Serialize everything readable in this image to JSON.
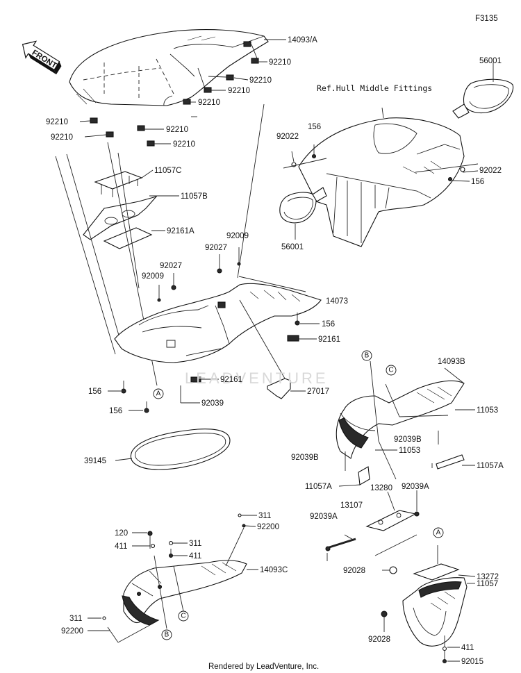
{
  "figure_code": "F3135",
  "front_label": "FRONT",
  "reference_note": "Ref.Hull Middle Fittings",
  "watermark": "LEADVENTURE",
  "footer": "Rendered by LeadVenture, Inc.",
  "callout_letters": [
    "A",
    "B",
    "C"
  ],
  "part_numbers": [
    "14093/A",
    "92210",
    "92210",
    "92210",
    "92210",
    "92210",
    "92210",
    "92210",
    "92210",
    "11057C",
    "11057B",
    "92161A",
    "92027",
    "92009",
    "92027",
    "92009",
    "14073",
    "156",
    "92161",
    "156",
    "156",
    "92161",
    "92039",
    "27017",
    "39145",
    "56001",
    "56001",
    "92022",
    "156",
    "92022",
    "156",
    "14093B",
    "11053",
    "11053",
    "92039B",
    "92039B",
    "11057A",
    "11057A",
    "13280",
    "92039A",
    "13107",
    "92039A",
    "92028",
    "13272",
    "11057",
    "92028",
    "411",
    "92015",
    "120",
    "411",
    "311",
    "411",
    "311",
    "92200",
    "14093C",
    "311",
    "92200"
  ]
}
